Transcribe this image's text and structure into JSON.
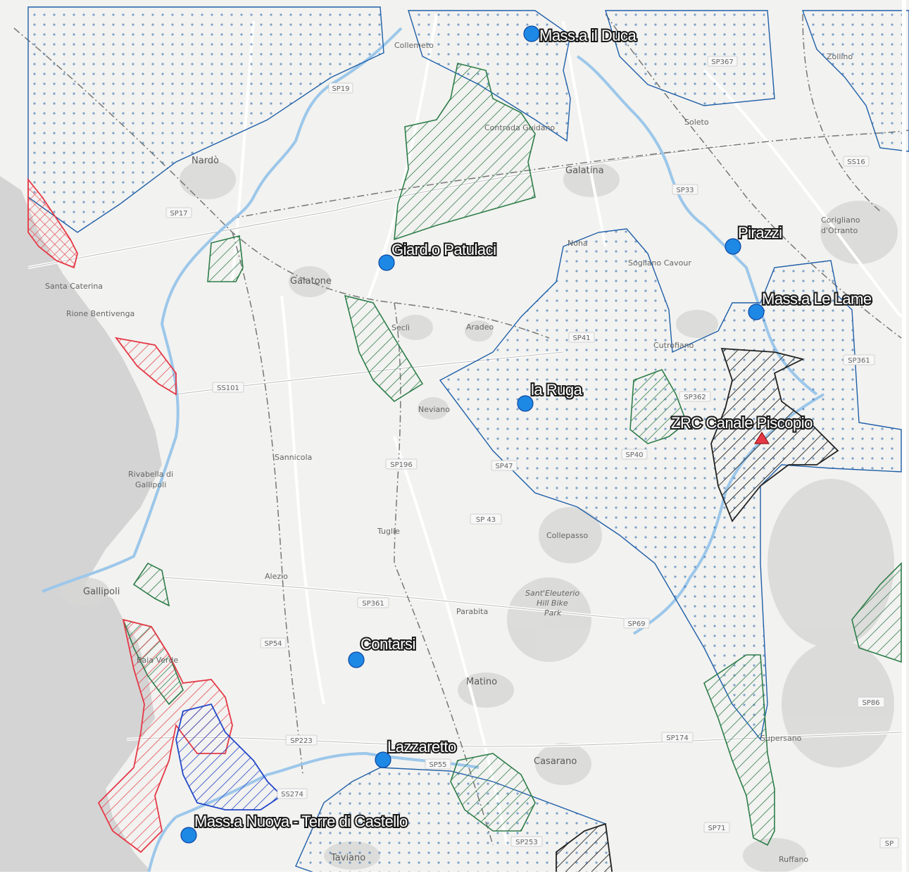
{
  "colors": {
    "background": "#f2f2f0",
    "sea": "#d4d4d4",
    "water": "#9cc7ea",
    "blue_zone": "#1f5fa8",
    "green_zone": "#2e7d4a",
    "red_zone": "#e53946",
    "black_zone": "#222222",
    "site_marker": "#1e88e5"
  },
  "sites": [
    {
      "name": "Mass.a il Duca"
    },
    {
      "name": "Pirazzi"
    },
    {
      "name": "Giard.o Patulaci"
    },
    {
      "name": "Mass.a Le Lame"
    },
    {
      "name": "la Ruga"
    },
    {
      "name": "ZRC Canale Piscopio"
    },
    {
      "name": "Contarsi"
    },
    {
      "name": "Lazzaretto"
    },
    {
      "name": "Mass.a Nuova - Terre di Castello"
    }
  ],
  "towns": [
    "Collemeto",
    "Zollino",
    "Soleto",
    "Contrada Guidano",
    "Nardò",
    "Galatina",
    "Corigliano",
    "d'Otranto",
    "Noha",
    "Sogliano Cavour",
    "Santa Caterina",
    "Rione Bentivenga",
    "Galatone",
    "Seclì",
    "Aradeo",
    "Cutrofiano",
    "Neviano",
    "Sannicola",
    "Rivabella di",
    "Gallipoli",
    "Tuglie",
    "Collepasso",
    "Alezio",
    "Gallipoli",
    "Sant'Eleuterio",
    "Hill Bike",
    "Park",
    "Parabita",
    "Baia Verde",
    "Matino",
    "Casarano",
    "Supersano",
    "Taviano",
    "Ruffano"
  ],
  "roads": [
    "SP19",
    "SP367",
    "SS16",
    "SP17",
    "SP33",
    "SS101",
    "SP41",
    "SP361",
    "SP362",
    "SP40",
    "SP196",
    "SP47",
    "SP 43",
    "SP361",
    "SP69",
    "SP54",
    "SP223",
    "SP55",
    "SP174",
    "SP86",
    "SS274",
    "SP253",
    "SP71",
    "SP"
  ]
}
